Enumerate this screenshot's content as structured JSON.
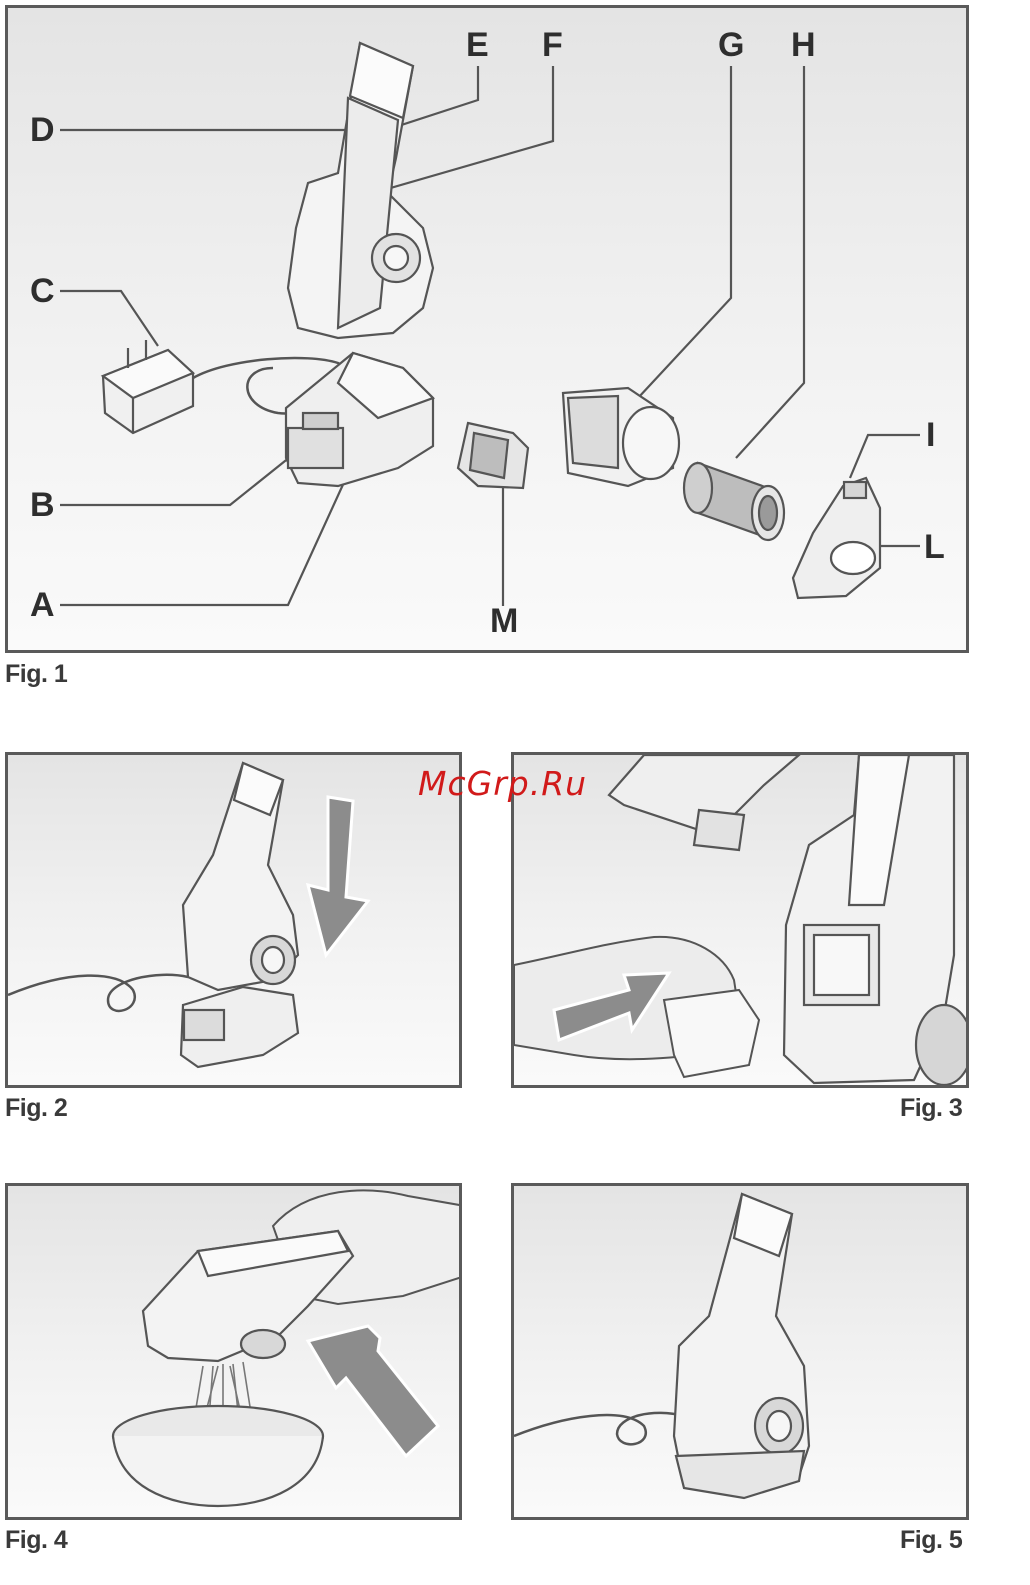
{
  "watermark": "McGrp.Ru",
  "figures": {
    "fig1": {
      "caption": "Fig. 1",
      "labels": {
        "A": "A",
        "B": "B",
        "C": "C",
        "D": "D",
        "E": "E",
        "F": "F",
        "G": "G",
        "H": "H",
        "I": "I",
        "L": "L",
        "M": "M"
      }
    },
    "fig2": {
      "caption": "Fig. 2"
    },
    "fig3": {
      "caption": "Fig. 3"
    },
    "fig4": {
      "caption": "Fig. 4"
    },
    "fig5": {
      "caption": "Fig. 5"
    }
  },
  "colors": {
    "border": "#5a5a5a",
    "watermark": "#d11a1a",
    "arrow": "#8c8c8c"
  }
}
